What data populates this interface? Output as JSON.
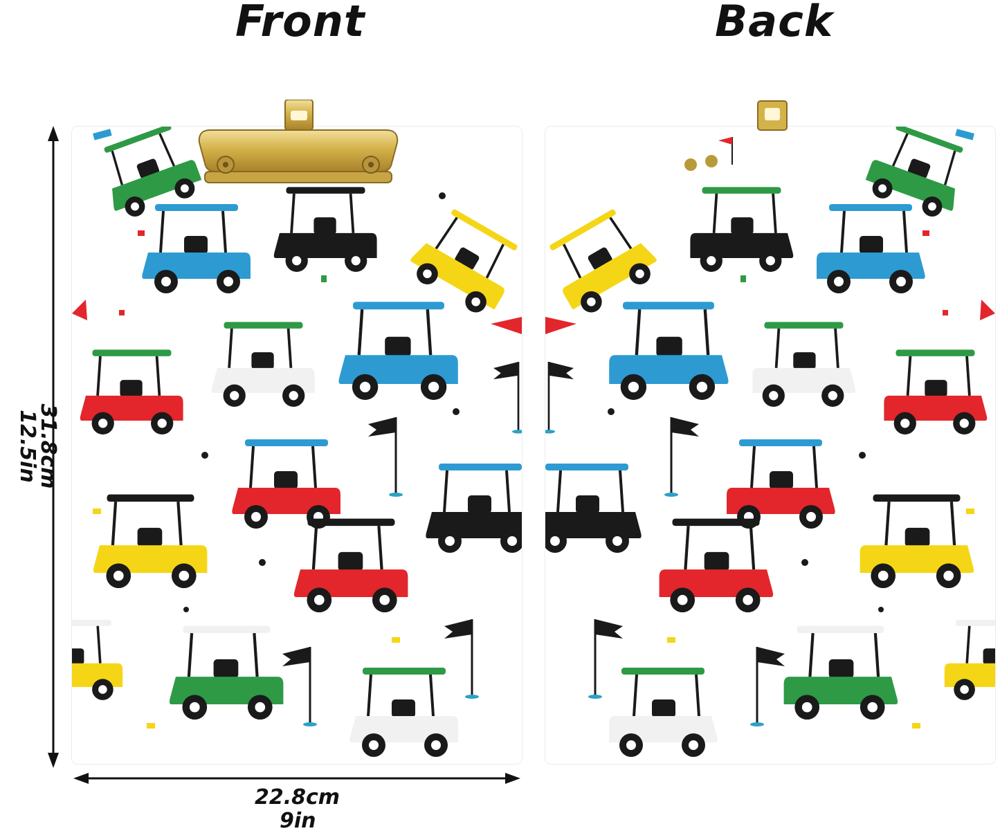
{
  "headings": {
    "front": "Front",
    "back": "Back"
  },
  "dimensions": {
    "height_cm": "31.8cm",
    "height_in": "12.5in",
    "width_cm": "22.8cm",
    "width_in": "9in"
  },
  "colors": {
    "cart_green": "#2e9a45",
    "cart_blue": "#2d9bd2",
    "cart_red": "#e2262c",
    "cart_yellow": "#f5d617",
    "cart_black": "#1a1a1a",
    "clip_gold": "#d4b24a"
  },
  "icons": {
    "clip": "metal-clip-icon",
    "hang_tab": "hang-hole-icon",
    "cart": "golf-cart-icon",
    "flag": "golf-flag-icon"
  }
}
